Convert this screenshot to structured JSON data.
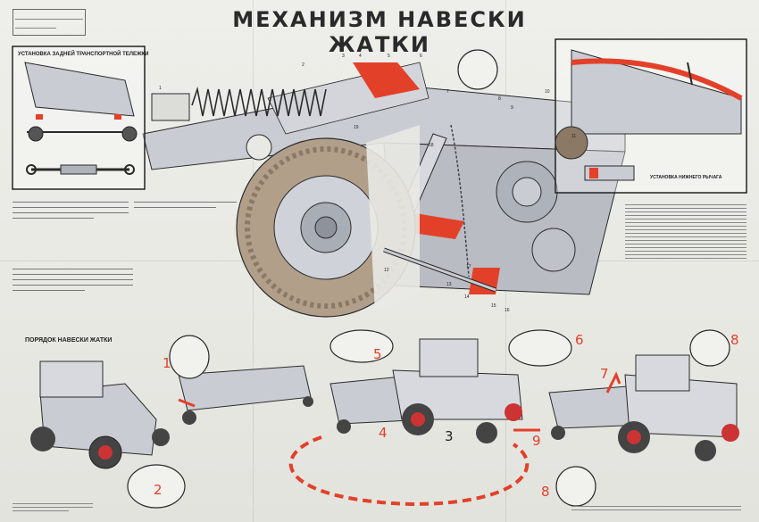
{
  "title": "МЕХАНИЗМ НАВЕСКИ ЖАТКИ",
  "insets": {
    "trailer": "УСТАНОВКА ЗАДНЕЙ ТРАНСПОРТНОЙ ТЕЛЕЖКИ",
    "lever": "УСТАНОВКА НИЖНЕГО РЫЧАГА"
  },
  "sequence_title": "ПОРЯДОК НАВЕСКИ ЖАТКИ",
  "steps": [
    "1",
    "2",
    "3",
    "4",
    "5",
    "6",
    "7",
    "8",
    "8",
    "9"
  ],
  "callouts": [
    "1",
    "2",
    "3",
    "4",
    "5",
    "6",
    "7",
    "8",
    "9",
    "10",
    "11",
    "12",
    "13",
    "14",
    "15",
    "16",
    "17",
    "18",
    "19"
  ],
  "colors": {
    "accent": "#e3402a",
    "line": "#2a2a2a",
    "metal": "#c9ccd2"
  }
}
